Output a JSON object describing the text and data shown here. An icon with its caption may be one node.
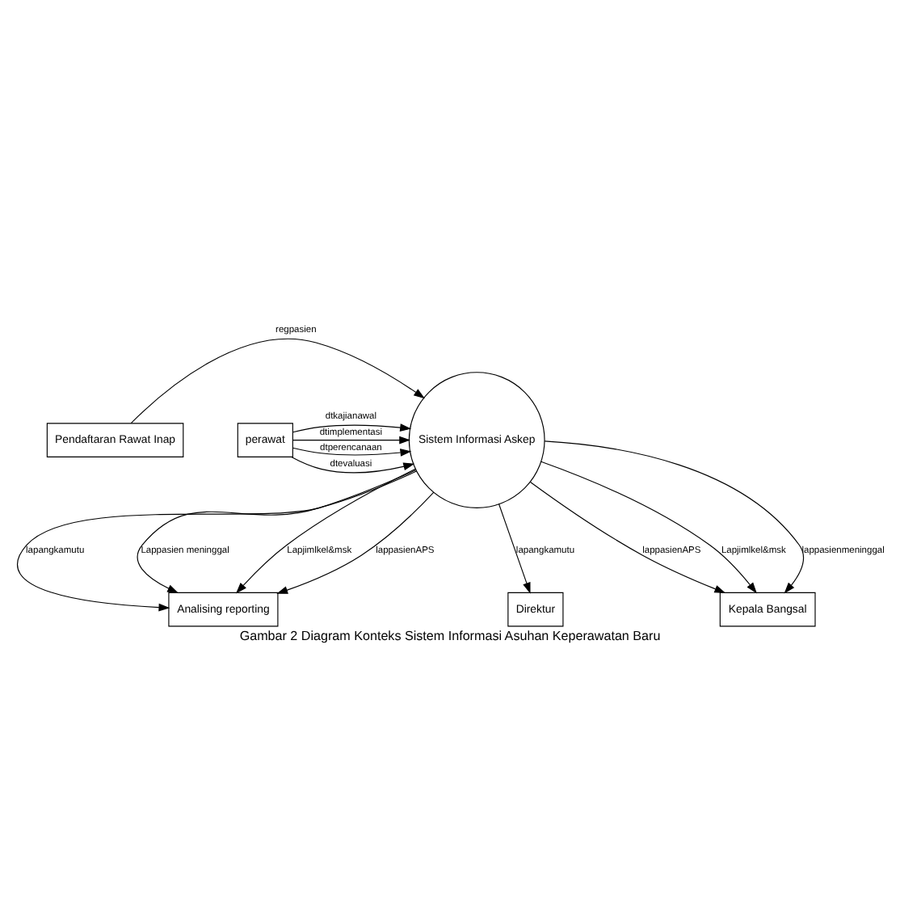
{
  "diagram": {
    "caption": "Gambar 2 Diagram Konteks Sistem Informasi Asuhan Keperawatan Baru",
    "nodes": [
      {
        "text": [
          "Pendaftaran Rawat Inap"
        ]
      },
      {
        "text": [
          "Sistem Informasi Askep"
        ]
      },
      {
        "text": [
          "perawat"
        ]
      },
      {
        "text": [
          "Analising reporting"
        ]
      },
      {
        "text": [
          "Direktur"
        ]
      },
      {
        "text": [
          "Kepala Bangsal"
        ]
      }
    ],
    "edges": [
      {
        "from": 0,
        "to": 1,
        "arrow": "to",
        "label": "regpasien"
      },
      {
        "from": 2,
        "to": 1,
        "arrow": "to",
        "label": "dtkajianawal"
      },
      {
        "from": 2,
        "to": 1,
        "arrow": "to",
        "label": "dtperencanaan"
      },
      {
        "from": 2,
        "to": 1,
        "arrow": "to",
        "label": "dtimplementasi"
      },
      {
        "from": 2,
        "to": 1,
        "arrow": "to",
        "label": "dtevaluasi"
      },
      {
        "from": 1,
        "to": 5,
        "arrow": "to",
        "label": "lappasienAPS"
      },
      {
        "from": 1,
        "to": 5,
        "arrow": "to",
        "label": "Lapjimlkel&msk"
      },
      {
        "from": 1,
        "to": 5,
        "arrow": "to",
        "label": "lappasienmeninggal"
      },
      {
        "from": 1,
        "to": 4,
        "arrow": "to",
        "label": "lapangkamutu"
      },
      {
        "from": 1,
        "to": 3,
        "arrow": "to",
        "label": "lapangkamutu"
      },
      {
        "from": 1,
        "to": 3,
        "arrow": "to",
        "label": "Lappasien meninggal"
      },
      {
        "from": 1,
        "to": 3,
        "arrow": "to",
        "label": "Lapjimlkel&msk"
      },
      {
        "from": 1,
        "to": 3,
        "arrow": "to",
        "label": "lappasienAPS"
      }
    ]
  }
}
